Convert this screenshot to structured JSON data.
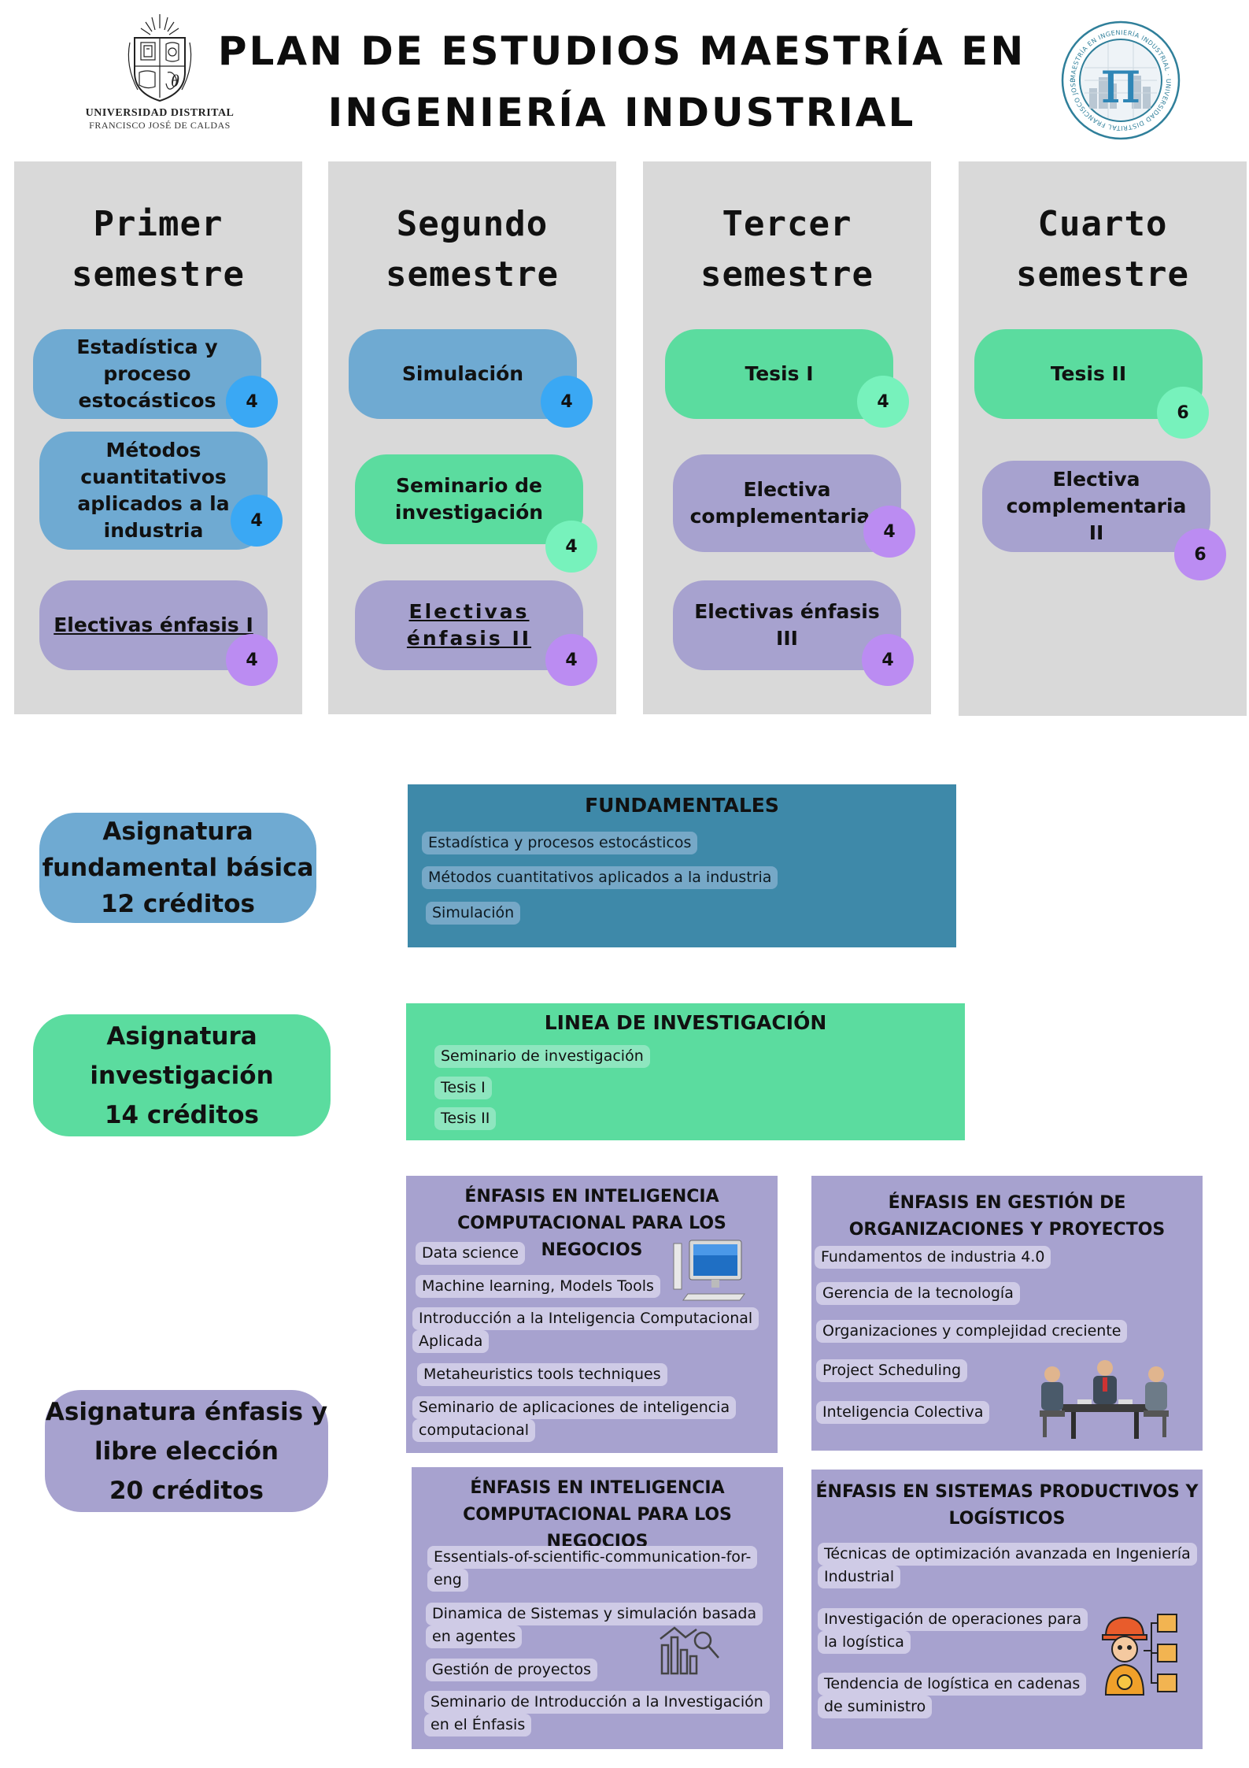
{
  "header": {
    "title_line1": "PLAN DE ESTUDIOS MAESTRÍA EN",
    "title_line2": "INGENIERÍA INDUSTRIAL",
    "left_logo": {
      "line1": "UNIVERSIDAD DISTRITAL",
      "line2": "FRANCISCO JOSÉ DE CALDAS"
    },
    "right_logo": {
      "text": "MAESTRÍA EN INGENIERÍA INDUSTRIAL · UNIVERSIDAD DISTRITAL FRANCISCO JOSÉ DE CALDAS",
      "symbol": "π"
    }
  },
  "semesters": [
    {
      "title_line1": "Primer",
      "title_line2": "semestre",
      "courses": [
        {
          "name": "Estadística y proceso estocásticos",
          "credits": "4",
          "type": "fundamental"
        },
        {
          "name": "Métodos cuantitativos aplicados a la industria",
          "credits": "4",
          "type": "fundamental"
        },
        {
          "name": "Electivas énfasis I",
          "credits": "4",
          "type": "enfasis"
        }
      ]
    },
    {
      "title_line1": "Segundo",
      "title_line2": "semestre",
      "courses": [
        {
          "name": "Simulación",
          "credits": "4",
          "type": "fundamental"
        },
        {
          "name": "Seminario de investigación",
          "credits": "4",
          "type": "investigacion"
        },
        {
          "name": "Electivas énfasis II",
          "credits": "4",
          "type": "enfasis"
        }
      ]
    },
    {
      "title_line1": "Tercer",
      "title_line2": "semestre",
      "courses": [
        {
          "name": "Tesis I",
          "credits": "4",
          "type": "investigacion"
        },
        {
          "name": "Electiva complementaria I",
          "credits": "4",
          "type": "enfasis"
        },
        {
          "name": "Electivas énfasis III",
          "credits": "4",
          "type": "enfasis"
        }
      ]
    },
    {
      "title_line1": "Cuarto",
      "title_line2": "semestre",
      "courses": [
        {
          "name": "Tesis II",
          "credits": "6",
          "type": "investigacion"
        },
        {
          "name": "Electiva complementaria II",
          "credits": "6",
          "type": "enfasis"
        }
      ]
    }
  ],
  "categories": [
    {
      "line1": "Asignatura",
      "line2": "fundamental básica",
      "line3": "12 créditos"
    },
    {
      "line1": "Asignatura",
      "line2": "investigación",
      "line3": "14 créditos"
    },
    {
      "line1": "Asignatura énfasis y",
      "line2": "libre elección",
      "line3": "20 créditos"
    }
  ],
  "fundamentales": {
    "title": "FUNDAMENTALES",
    "items": [
      "Estadística y procesos estocásticos",
      "Métodos cuantitativos aplicados a la industria",
      "Simulación"
    ]
  },
  "investigacion": {
    "title": "LINEA DE INVESTIGACIÓN",
    "items": [
      "Seminario de investigación",
      "Tesis I",
      "Tesis II"
    ]
  },
  "enfasis_boxes": [
    {
      "title_line1": "ÉNFASIS EN INTELIGENCIA",
      "title_line2": "COMPUTACIONAL PARA LOS NEGOCIOS",
      "items": [
        {
          "l1": "Data science",
          "l2": ""
        },
        {
          "l1": "Machine learning, Models Tools",
          "l2": ""
        },
        {
          "l1": "Introducción a la Inteligencia Computacional",
          "l2": "Aplicada"
        },
        {
          "l1": "Metaheuristics tools techniques",
          "l2": ""
        },
        {
          "l1": "Seminario de aplicaciones de inteligencia",
          "l2": "computacional"
        }
      ],
      "icon": "computer-monitor-icon"
    },
    {
      "title_line1": "ÉNFASIS EN GESTIÓN DE",
      "title_line2": "ORGANIZACIONES Y PROYECTOS",
      "items": [
        {
          "l1": "Fundamentos de industria 4.0",
          "l2": ""
        },
        {
          "l1": "Gerencia de la tecnología",
          "l2": ""
        },
        {
          "l1": "Organizaciones y complejidad creciente",
          "l2": ""
        },
        {
          "l1": " Project Scheduling",
          "l2": ""
        },
        {
          "l1": "Inteligencia Colectiva",
          "l2": ""
        }
      ],
      "icon": "business-meeting-icon"
    },
    {
      "title_line1": "ÉNFASIS EN INTELIGENCIA",
      "title_line2": "COMPUTACIONAL PARA LOS NEGOCIOS",
      "items": [
        {
          "l1": "Essentials-of-scientific-communication-for-",
          "l2": "eng"
        },
        {
          "l1": "Dinamica de Sistemas y simulación basada",
          "l2": "en agentes"
        },
        {
          "l1": "Gestión de proyectos",
          "l2": ""
        },
        {
          "l1": "Seminario de Introducción a la Investigación",
          "l2": "en el Énfasis"
        }
      ],
      "icon": "data-analysis-icon"
    },
    {
      "title_line1": "ÉNFASIS EN SISTEMAS PRODUCTIVOS Y",
      "title_line2": "LOGÍSTICOS",
      "items": [
        {
          "l1": "Técnicas de optimización avanzada en Ingeniería",
          "l2": "Industrial"
        },
        {
          "l1": "Investigación de operaciones para",
          "l2": "la logística"
        },
        {
          "l1": "Tendencia de logística en cadenas",
          "l2": "de suministro"
        }
      ],
      "icon": "logistics-worker-icon"
    }
  ],
  "colors": {
    "column_bg": "#d9d9d9",
    "fundamental": "#6faad2",
    "investigacion": "#5bdc9f",
    "enfasis": "#a7a2cf",
    "badge_blue": "#3aa8f4",
    "badge_green": "#77f2bc",
    "badge_purple": "#bb8cf2",
    "fundamentales_box": "#3e89a9"
  }
}
